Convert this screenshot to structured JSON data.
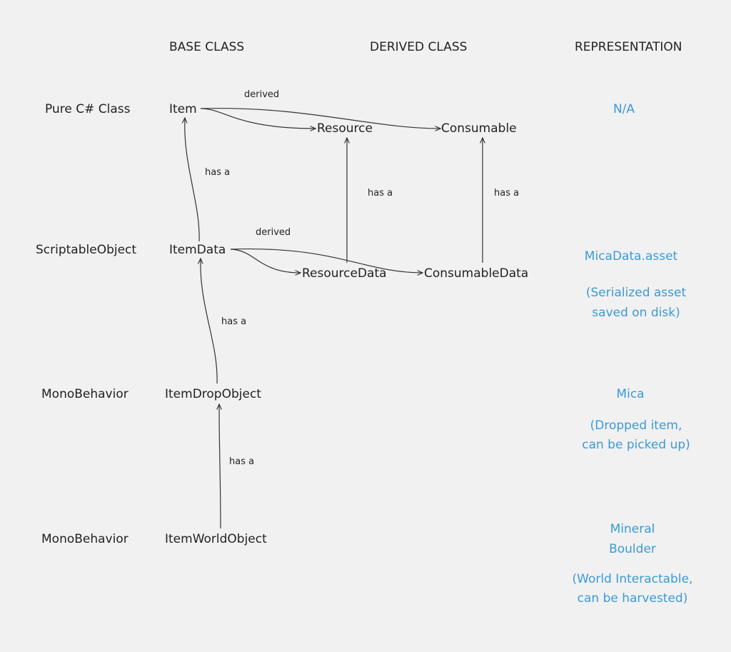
{
  "headers": {
    "base": "BASE CLASS",
    "derived": "DERIVED CLASS",
    "representation": "REPRESENTATION"
  },
  "rows": {
    "pure": "Pure C# Class",
    "scriptable": "ScriptableObject",
    "mono1": "MonoBehavior",
    "mono2": "MonoBehavior"
  },
  "classes": {
    "item": "Item",
    "resource": "Resource",
    "consumable": "Consumable",
    "item_data": "ItemData",
    "resource_data": "ResourceData",
    "consumable_data": "ConsumableData",
    "item_drop_object": "ItemDropObject",
    "item_world_object": "ItemWorldObject"
  },
  "edge_labels": {
    "derived_top": "derived",
    "derived_mid": "derived",
    "has_a_item": "has a",
    "has_a_resource": "has a",
    "has_a_consumable": "has a",
    "has_a_itemdata": "has a",
    "has_a_dropobject": "has a"
  },
  "representation": {
    "pure": "N/A",
    "scriptable_1": "MicaData.asset",
    "scriptable_2": "(Serialized asset",
    "scriptable_3": "saved on disk)",
    "mono1_1": "Mica",
    "mono1_2": "(Dropped item,",
    "mono1_3": "can be picked up)",
    "mono2_1": "Mineral",
    "mono2_2": "Boulder",
    "mono2_3": "(World Interactable,",
    "mono2_4": "can be harvested)"
  },
  "colors": {
    "background": "#f1f1f1",
    "text": "#222222",
    "accent": "#3a9ad9"
  }
}
